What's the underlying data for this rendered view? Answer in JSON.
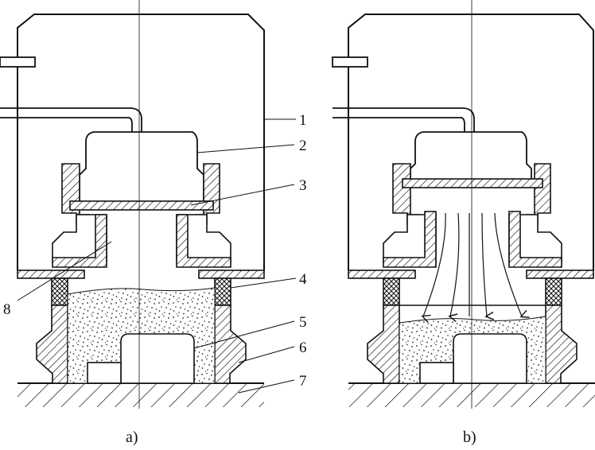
{
  "figure": {
    "panel_a": {
      "caption": "a)",
      "labels": [
        {
          "id": "label-1",
          "text": "1"
        },
        {
          "id": "label-2",
          "text": "2"
        },
        {
          "id": "label-3",
          "text": "3"
        },
        {
          "id": "label-4",
          "text": "4"
        },
        {
          "id": "label-5",
          "text": "5"
        },
        {
          "id": "label-6",
          "text": "6"
        },
        {
          "id": "label-7",
          "text": "7"
        },
        {
          "id": "label-8",
          "text": "8"
        }
      ]
    },
    "panel_b": {
      "caption": "b)"
    }
  }
}
